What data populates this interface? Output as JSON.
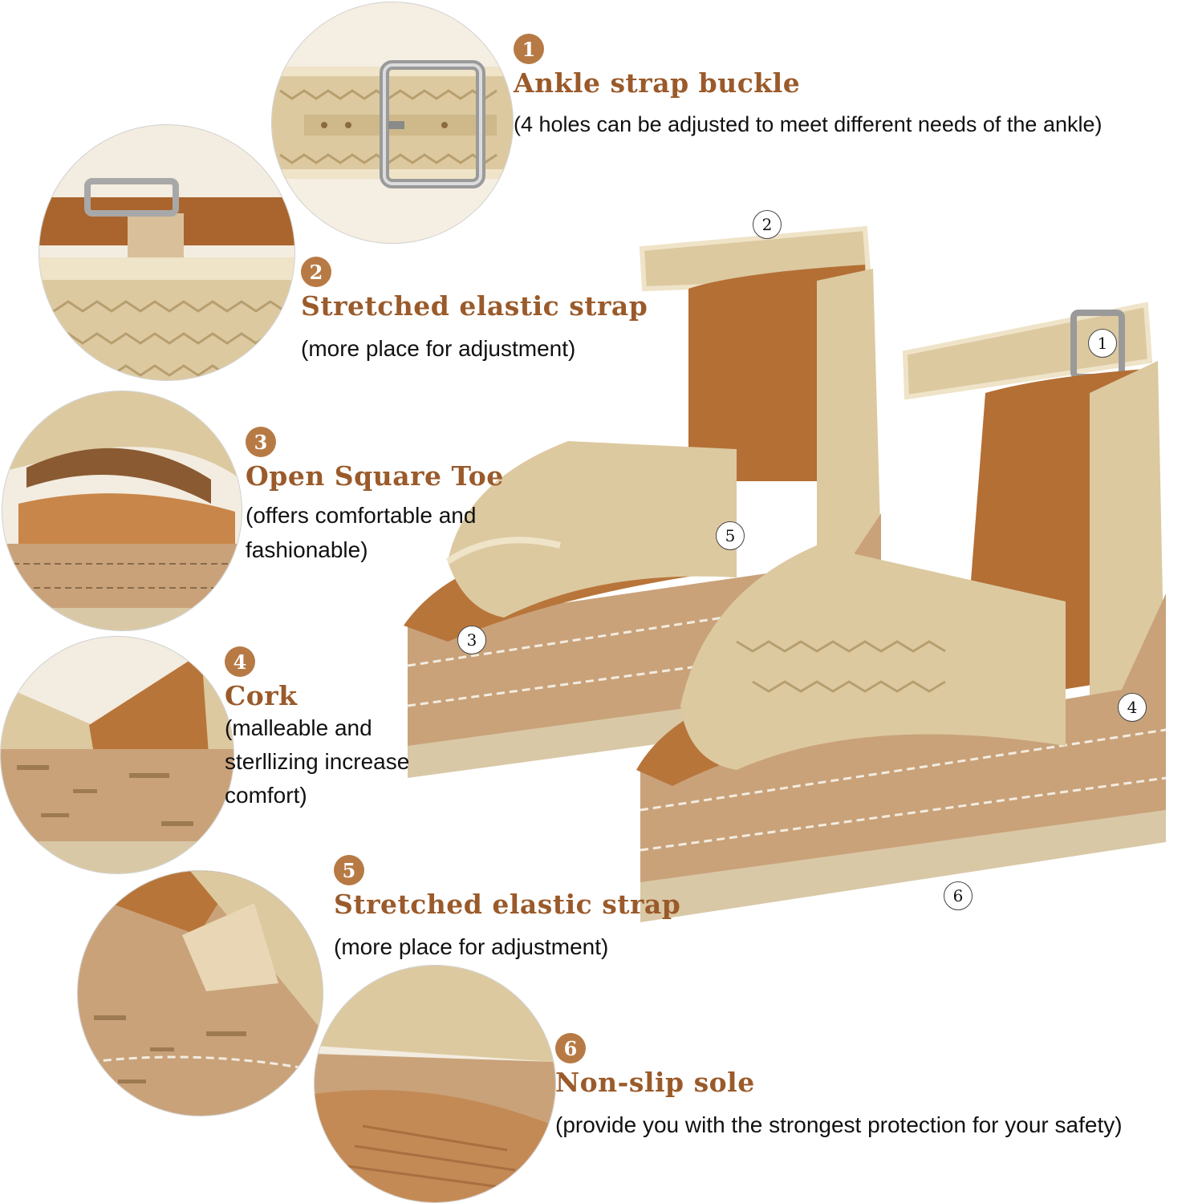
{
  "callouts": [
    {
      "num": "1",
      "title": "Ankle strap buckle",
      "desc": "(4 holes can be adjusted to meet different needs of the ankle)"
    },
    {
      "num": "2",
      "title": "Stretched elastic strap",
      "desc": "(more place for adjustment)"
    },
    {
      "num": "3",
      "title": "Open Square Toe",
      "desc": "(offers comfortable and\n fashionable)"
    },
    {
      "num": "4",
      "title": "Cork",
      "desc": "(malleable and\nsterllizing increase\ncomfort)"
    },
    {
      "num": "5",
      "title": "Stretched elastic strap",
      "desc": "(more place for adjustment)"
    },
    {
      "num": "6",
      "title": "Non-slip sole",
      "desc": "(provide you with the strongest protection for your safety)"
    }
  ],
  "markers": [
    "1",
    "2",
    "3",
    "4",
    "5",
    "6"
  ],
  "colors": {
    "accent": "#b77a45",
    "title": "#9a5a2a",
    "straw": "#dcc9a0",
    "cork": "#c9a27a",
    "leather": "#b8753a"
  }
}
